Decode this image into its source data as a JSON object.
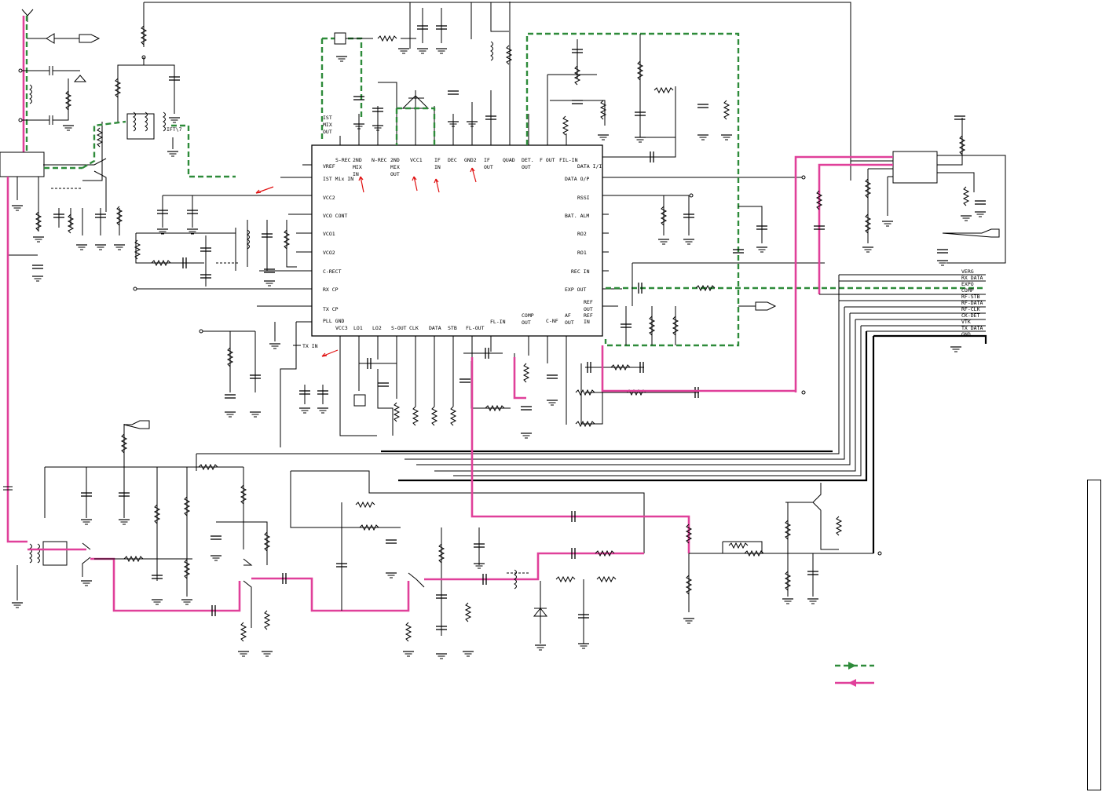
{
  "ic_main": {
    "top_pins": [
      "S-REC",
      "2ND",
      "N-REC",
      "2ND",
      "VCC1",
      "IF",
      "DEC",
      "GND2",
      "IF",
      "QUAD",
      "DET.",
      "F OUT",
      "FIL-IN"
    ],
    "top_pins_2": [
      "MIX",
      "MIX",
      "IN",
      "OUT",
      "OUT"
    ],
    "top_pins_3": [
      "IN",
      "OUT"
    ],
    "left_pins": [
      "VREF",
      "IST Mix IN",
      "VCC2",
      "VCO CONT",
      "VCO1",
      "VCO2",
      "C-RECT",
      "RX CP",
      "TX CP",
      "PLL GND"
    ],
    "right_pins": [
      "DATA I/I",
      "DATA O/P",
      "RSSI",
      "BAT. ALM",
      "RO2",
      "RO1",
      "REC IN",
      "EXP OUT",
      "REF",
      "OUT",
      "REF",
      "IN"
    ],
    "bottom_pins": [
      "VCC3",
      "LO1",
      "LO2",
      "S-OUT",
      "CLK",
      "DATA",
      "STB",
      "FL-OUT",
      "FL-IN",
      "COMP",
      "OUT",
      "C-NF",
      "AF",
      "OUT"
    ]
  },
  "labels": {
    "ist_mix_out": [
      "IST",
      "MIX",
      "OUT"
    ],
    "ift": "IFT\\7",
    "tx_in": "TX IN"
  },
  "bus": [
    "VERG",
    "RX DATA",
    "EXPO",
    "COMP",
    "RF-STB",
    "RF-DATA",
    "RF-CLK",
    "CK-DET",
    "VTK",
    "TX DATA",
    "GND"
  ],
  "colors": {
    "rx_path": "#2e8b3a",
    "tx_path": "#e0409a",
    "signal_arrow": "#e01010"
  }
}
